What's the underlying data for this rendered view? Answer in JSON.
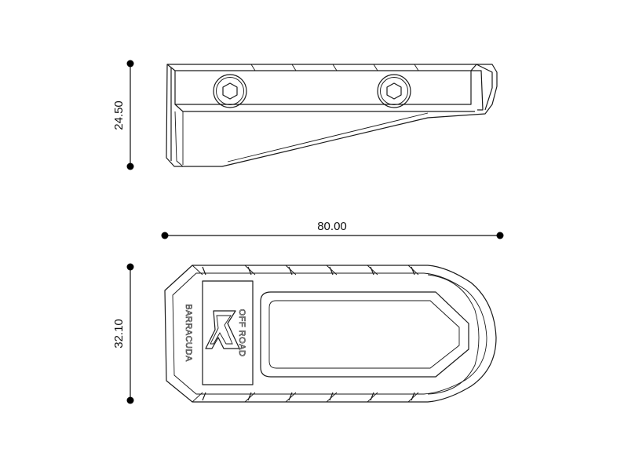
{
  "dimensions": {
    "height_side": "24.50",
    "length": "80.00",
    "width_top": "32.10"
  },
  "branding": {
    "brand_name": "BARRACUDA",
    "sub_brand": "OFF ROAD"
  }
}
